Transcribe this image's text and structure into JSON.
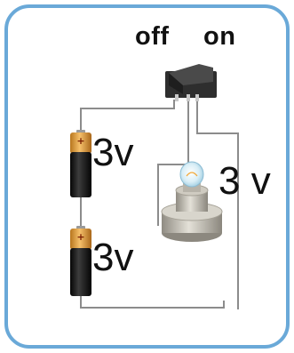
{
  "switch": {
    "off_label": "off",
    "on_label": "on"
  },
  "batteries": [
    {
      "voltage_label": "3v"
    },
    {
      "voltage_label": "3v"
    }
  ],
  "bulb": {
    "voltage_label": "3 v"
  },
  "colors": {
    "frame_border": "#6aa9d8",
    "wire": "#8c8c8c",
    "switch_body": "#3a3a3a",
    "battery_body": "#151515",
    "battery_cap": "#e8a23a",
    "bulb_base": "#bcb8ad"
  }
}
